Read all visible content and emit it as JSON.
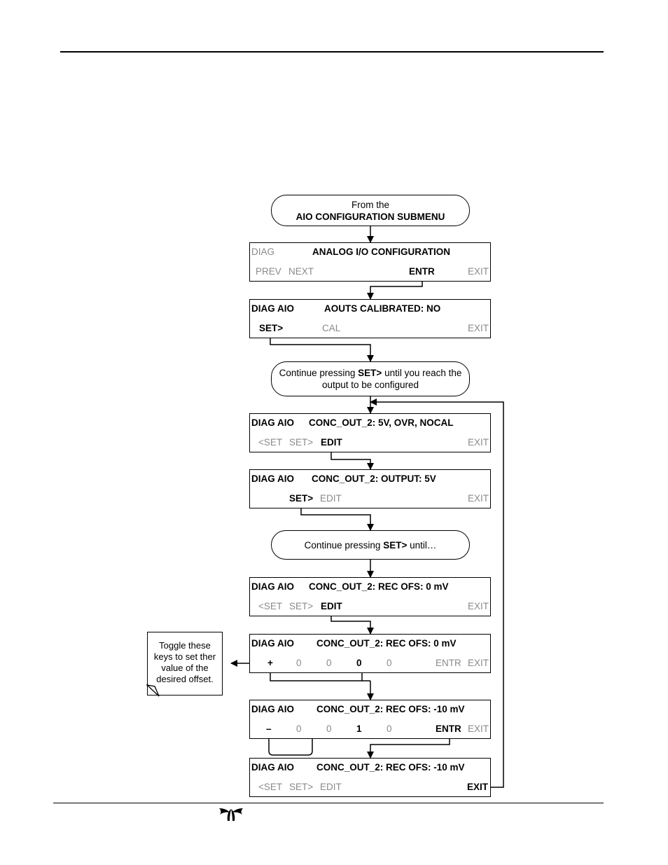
{
  "oval_start": {
    "line1": "From the",
    "line2": "AIO CONFIGURATION SUBMENU"
  },
  "oval_continue1": {
    "pre": "Continue pressing ",
    "key": "SET>",
    "post": " until you reach the",
    "line2": "output to be configured"
  },
  "oval_continue2": {
    "pre": "Continue pressing ",
    "key": "SET>",
    "post": " until…"
  },
  "callout": {
    "line1": "Toggle these",
    "line2": "keys to set ther",
    "line3": "value of the",
    "line4": "desired offset."
  },
  "panels": [
    {
      "left": "DIAG",
      "title": "ANALOG I/O CONFIGURATION",
      "keys": [
        "PREV",
        "NEXT",
        "ENTR",
        "EXIT"
      ]
    },
    {
      "left": "DIAG AIO",
      "title": "AOUTS CALIBRATED: NO",
      "keys": [
        "SET>",
        "CAL",
        "EXIT"
      ]
    },
    {
      "left": "DIAG AIO",
      "title": "CONC_OUT_2: 5V, OVR, NOCAL",
      "keys": [
        "<SET",
        "SET>",
        "EDIT",
        "EXIT"
      ]
    },
    {
      "left": "DIAG AIO",
      "title": "CONC_OUT_2: OUTPUT: 5V",
      "keys": [
        "SET>",
        "EDIT",
        "EXIT"
      ]
    },
    {
      "left": "DIAG AIO",
      "title": "CONC_OUT_2: REC OFS: 0 mV",
      "keys": [
        "<SET",
        "SET>",
        "EDIT",
        "EXIT"
      ]
    },
    {
      "left": "DIAG AIO",
      "title": "CONC_OUT_2: REC OFS: 0 mV",
      "keys": [
        "+",
        "0",
        "0",
        "0",
        "0",
        "ENTR",
        "EXIT"
      ]
    },
    {
      "left": "DIAG AIO",
      "title": "CONC_OUT_2: REC OFS: -10 mV",
      "keys": [
        "–",
        "0",
        "0",
        "1",
        "0",
        "ENTR",
        "EXIT"
      ]
    },
    {
      "left": "DIAG AIO",
      "title": "CONC_OUT_2: REC OFS: -10 mV",
      "keys": [
        "<SET",
        "SET>",
        "EDIT",
        "EXIT"
      ]
    }
  ]
}
